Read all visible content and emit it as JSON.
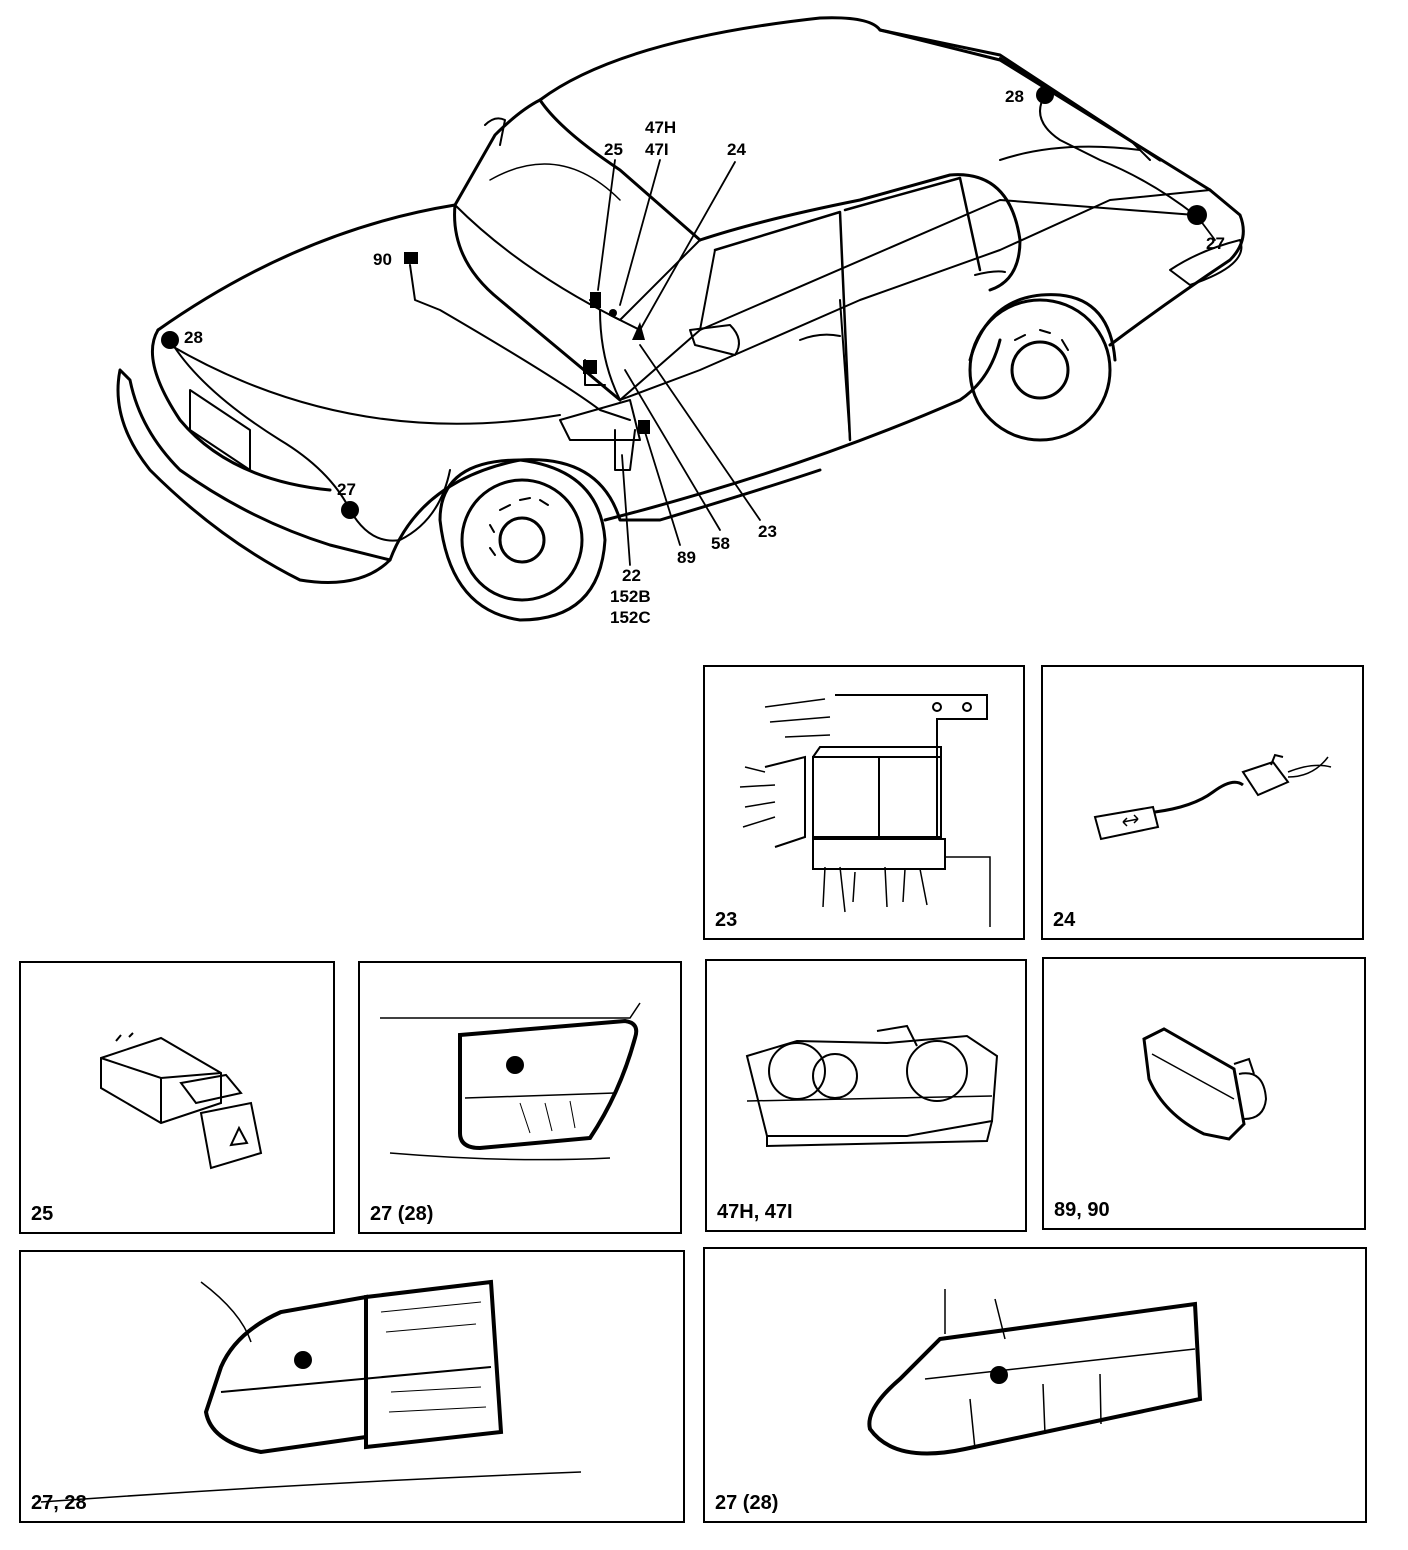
{
  "overview": {
    "callouts": {
      "c47h": "47H",
      "c47i": "47I",
      "c25": "25",
      "c24": "24",
      "c90": "90",
      "c28_front": "28",
      "c28_rear": "28",
      "c27_rear": "27",
      "c27_front": "27",
      "c23": "23",
      "c58": "58",
      "c89": "89",
      "c22": "22",
      "c152b": "152B",
      "c152c": "152C"
    }
  },
  "panels": {
    "p23": {
      "caption": "23"
    },
    "p24": {
      "caption": "24"
    },
    "p25": {
      "caption": "25"
    },
    "p27a": {
      "caption": "27 (28)"
    },
    "p47": {
      "caption": "47H, 47I"
    },
    "p89": {
      "caption": "89, 90"
    },
    "p2728": {
      "caption": "27, 28"
    },
    "p27b": {
      "caption": "27 (28)"
    }
  }
}
